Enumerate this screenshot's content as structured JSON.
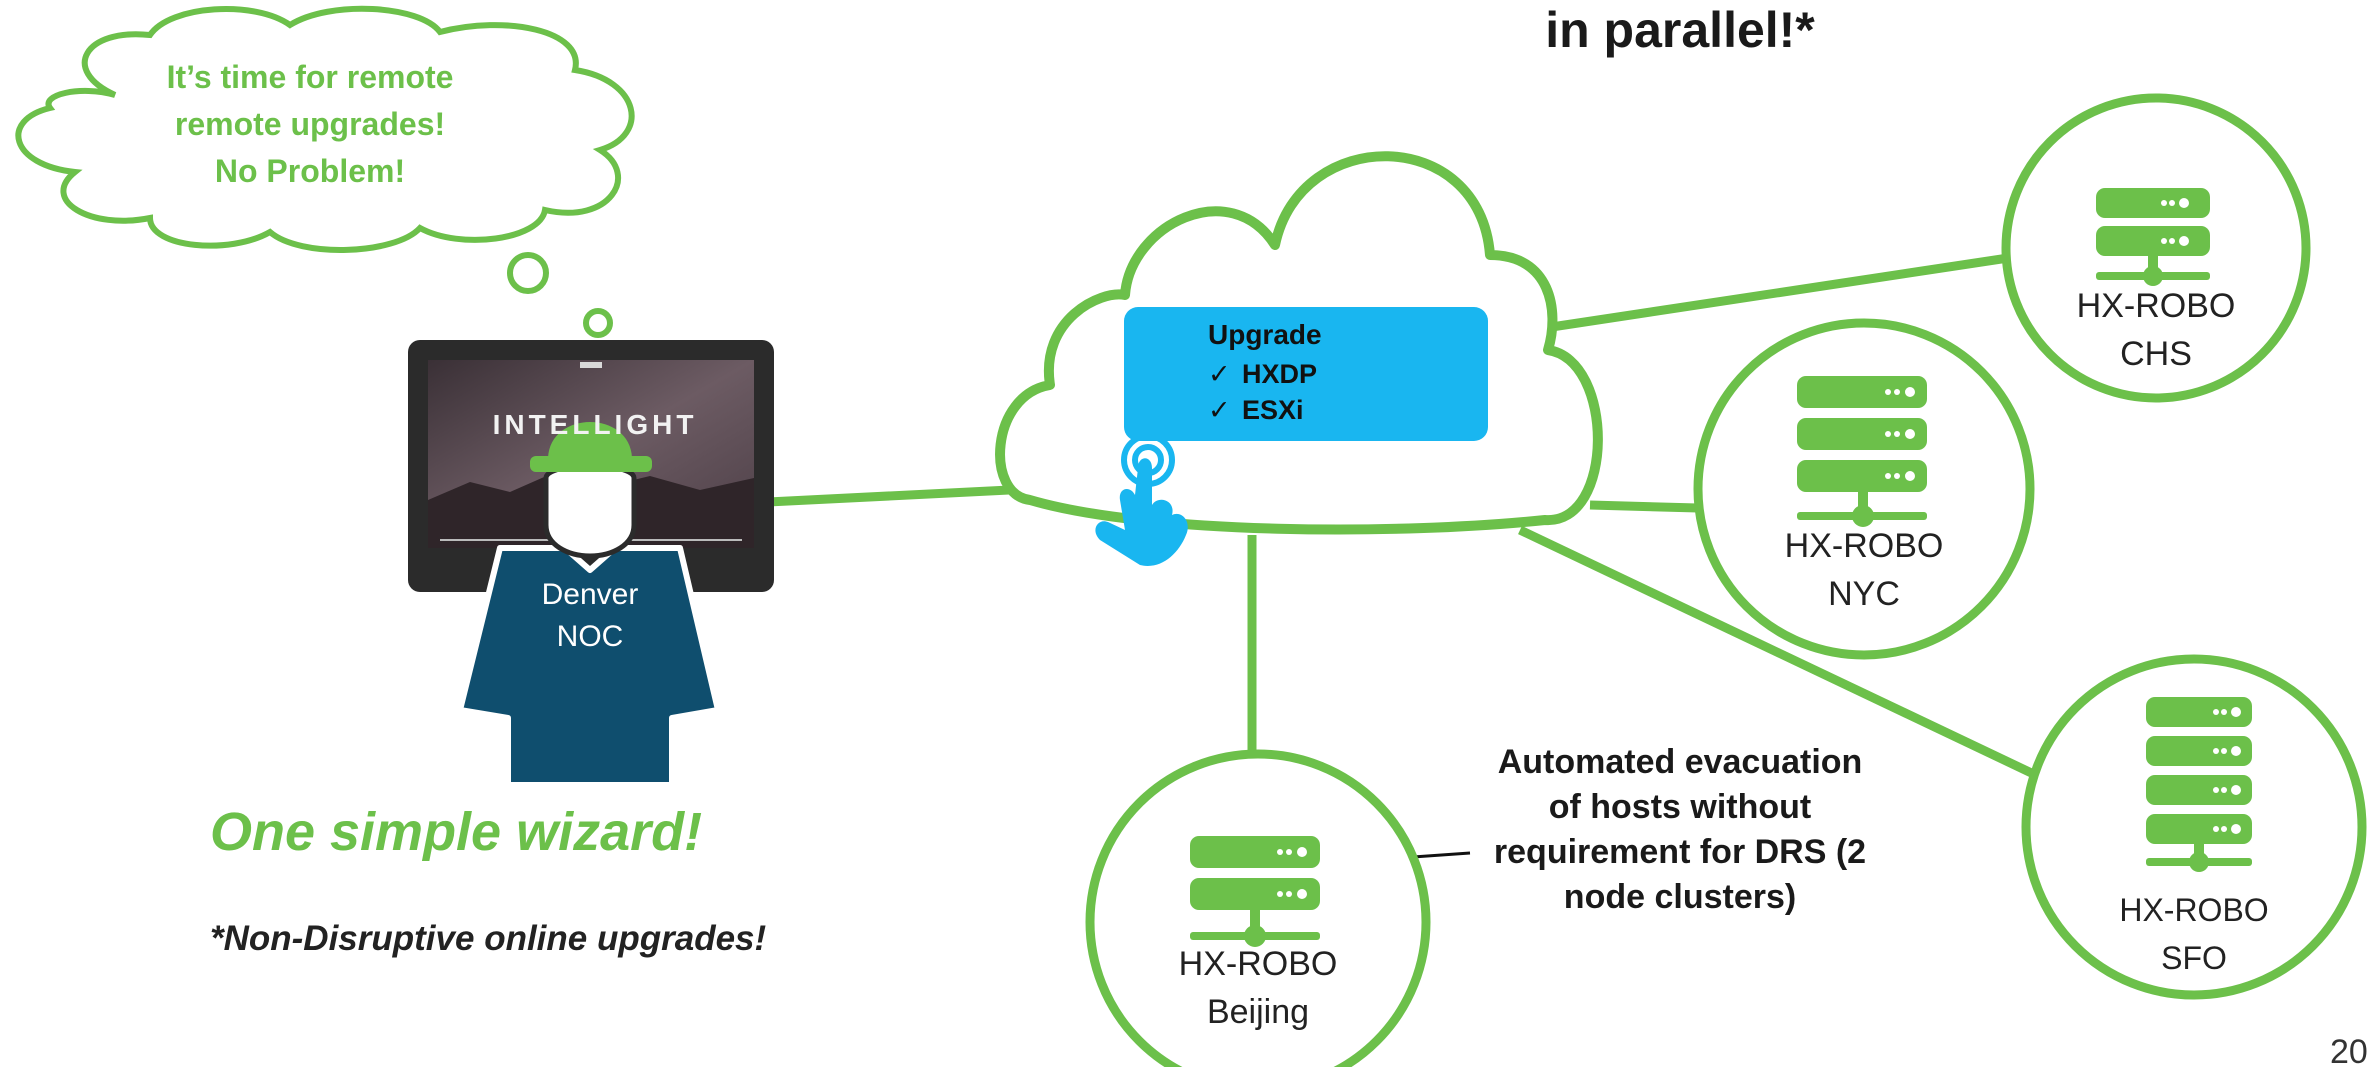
{
  "headline": "in parallel!*",
  "thought_bubble": {
    "line1": "It’s time for remote",
    "line2": "remote upgrades!",
    "line3": "No Problem!"
  },
  "monitor_text": "INTELLIGHT",
  "person_label": {
    "line1": "Denver",
    "line2": "NOC"
  },
  "wizard_caption": "One simple wizard!",
  "footnote": "*Non-Disruptive online upgrades!",
  "upgrade_box": {
    "title": "Upgrade",
    "items": [
      "HXDP",
      "ESXi"
    ],
    "check_mark": "✓"
  },
  "evacuation_note": {
    "line1": "Automated evacuation",
    "line2": "of hosts without",
    "line3": "requirement for DRS  (2",
    "line4": "node clusters)"
  },
  "sites": [
    {
      "name": "HX-ROBO",
      "location": "CHS"
    },
    {
      "name": "HX-ROBO",
      "location": "NYC"
    },
    {
      "name": "HX-ROBO",
      "location": "SFO"
    },
    {
      "name": "HX-ROBO",
      "location": "Beijing"
    }
  ],
  "page_number": "20",
  "colors": {
    "green": "#6cc04a",
    "blue_box": "#19b6f0",
    "person_body": "#0f4e6e",
    "monitor": "#2b2b2b"
  },
  "icons": [
    "thought-bubble-icon",
    "monitor-icon",
    "person-icon",
    "hard-hat-icon",
    "cloud-icon",
    "touch-hand-icon",
    "server-stack-icon",
    "arrow-left-icon"
  ]
}
